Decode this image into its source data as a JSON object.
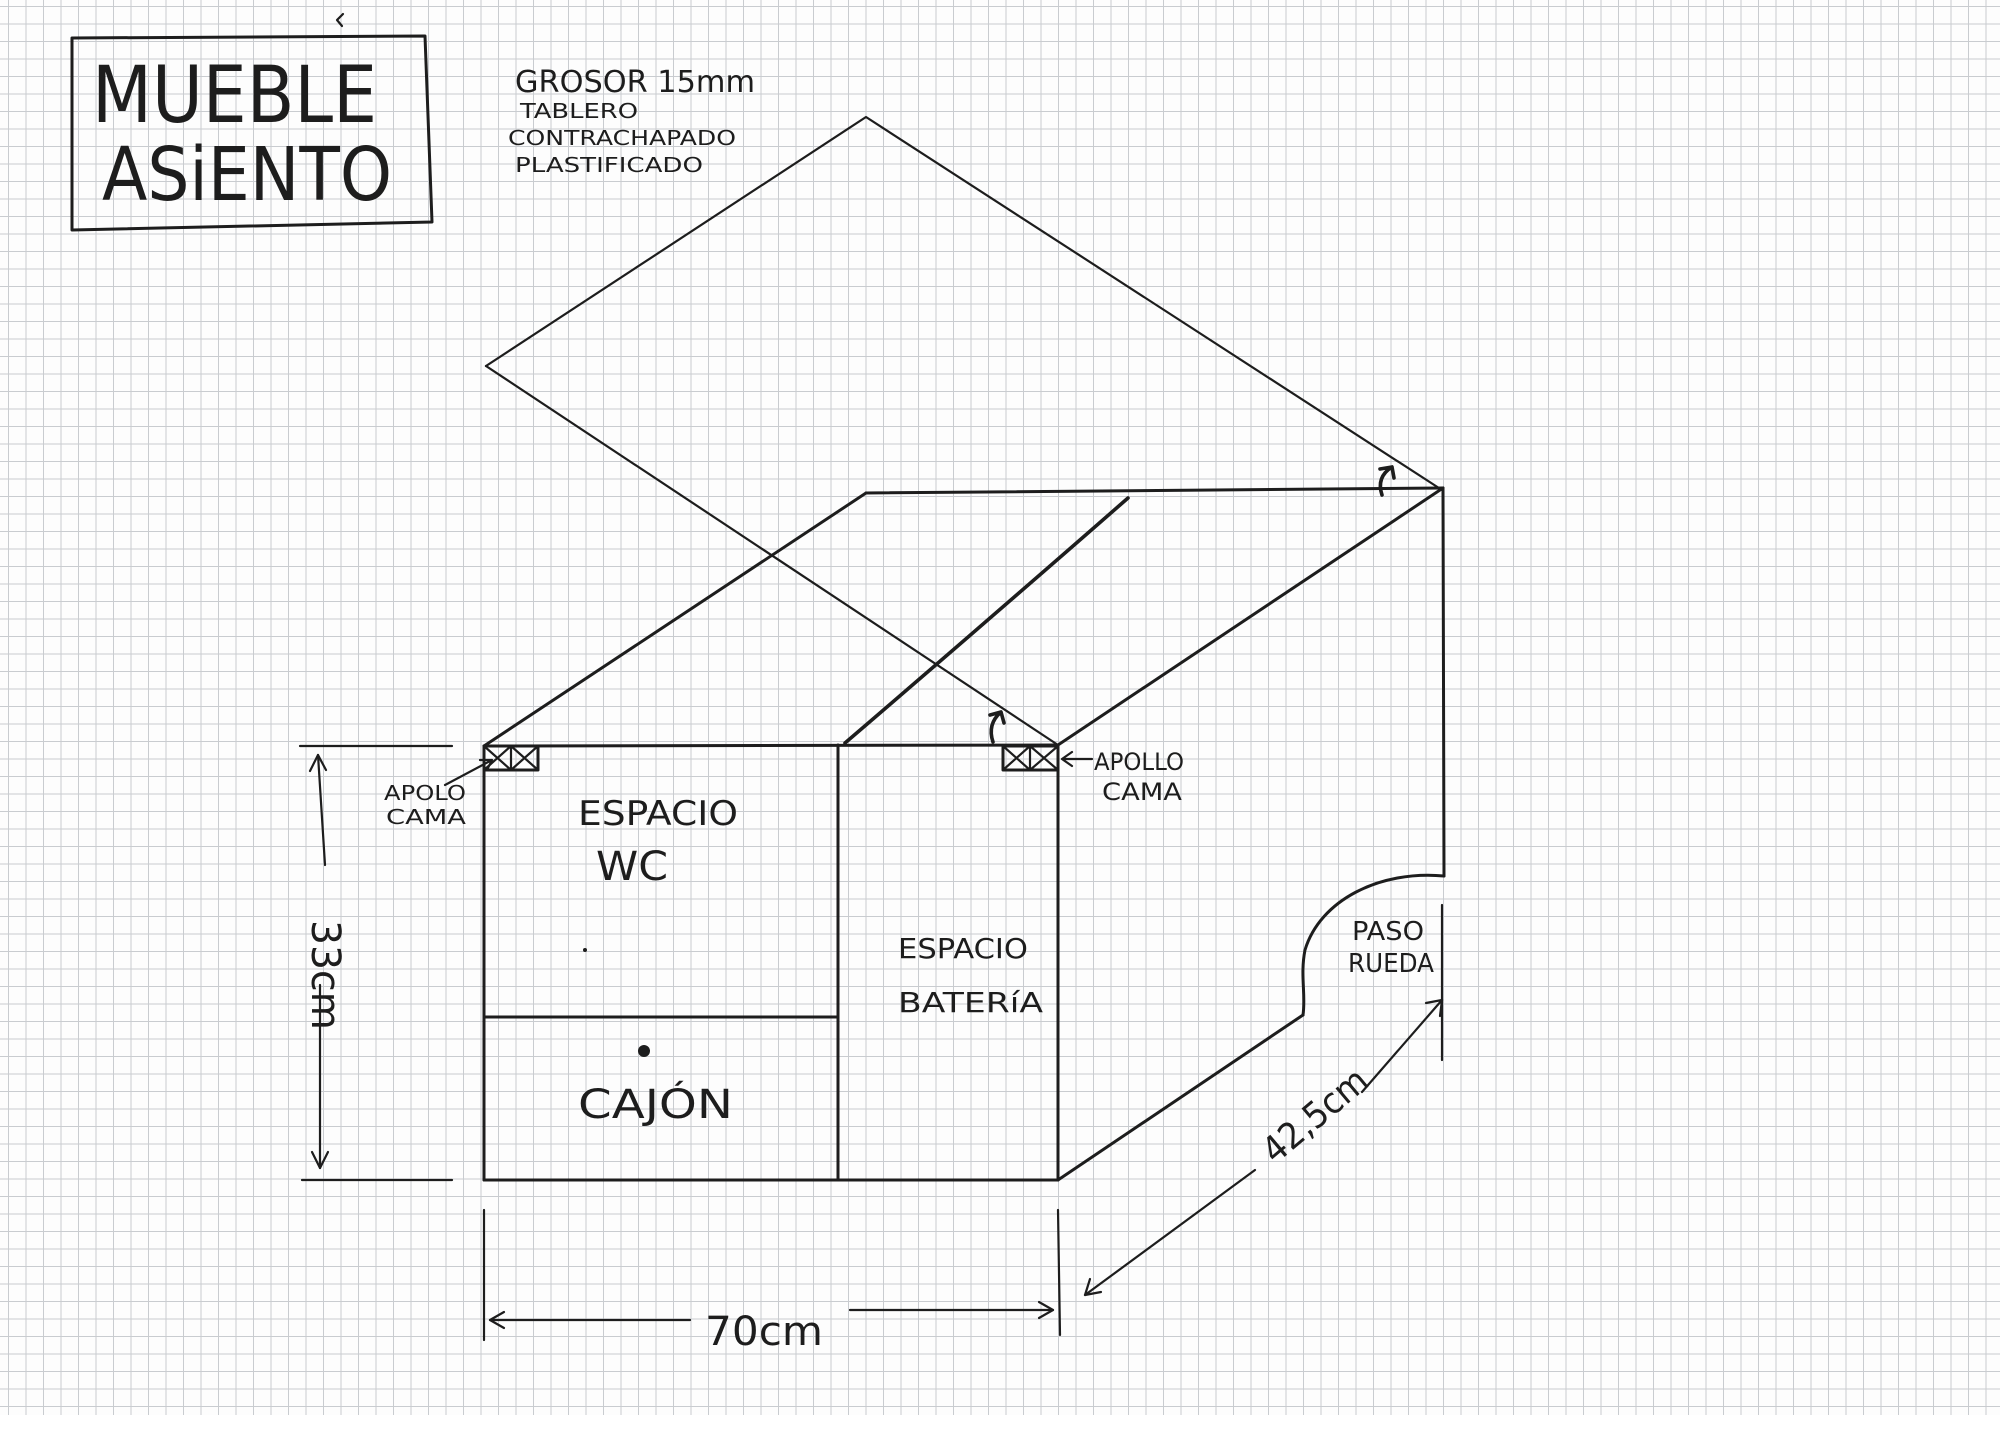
{
  "title": {
    "line1": "MUEBLE",
    "line2": "ASiENTO"
  },
  "material_note": {
    "line1": "GROSOR 15mm",
    "line2": "TABLERO",
    "line3": "CONTRACHAPADO",
    "line4": "PLASTIFICADO"
  },
  "labels": {
    "espacio_wc_1": "ESPACIO",
    "espacio_wc_2": "WC",
    "espacio_bateria_1": "ESPACIO",
    "espacio_bateria_2": "BATERíA",
    "cajon": "CAJÓN",
    "apoyo_left_1": "APOLO",
    "apoyo_left_2": "CAMA",
    "apoyo_right_1": "APOLLO",
    "apoyo_right_2": "CAMA",
    "paso_rueda_1": "PASO",
    "paso_rueda_2": "RUEDA"
  },
  "dimensions": {
    "height": "33cm",
    "width": "70cm",
    "depth": "42,5cm"
  }
}
